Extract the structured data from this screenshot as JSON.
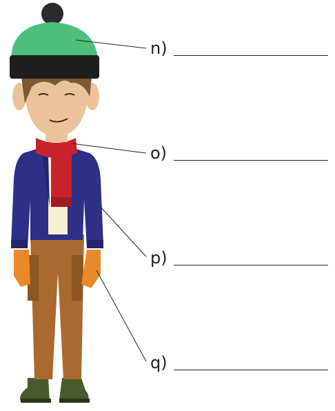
{
  "labels": [
    {
      "letter": "n)",
      "item": "hat"
    },
    {
      "letter": "o)",
      "item": "scarf"
    },
    {
      "letter": "p)",
      "item": "jacket"
    },
    {
      "letter": "q)",
      "item": "gloves"
    }
  ],
  "colors": {
    "hat": "#4cc07a",
    "hat_band": "#1e1e1e",
    "pompom": "#2b2b2b",
    "skin": "#e9c49a",
    "hair": "#7a5a2e",
    "scarf": "#c9242c",
    "jacket": "#2e2f86",
    "shirt": "#f6efd0",
    "gloves": "#e88a2a",
    "trousers": "#a86a2e",
    "boots": "#4a5a2e",
    "leader_line": "#222222"
  }
}
